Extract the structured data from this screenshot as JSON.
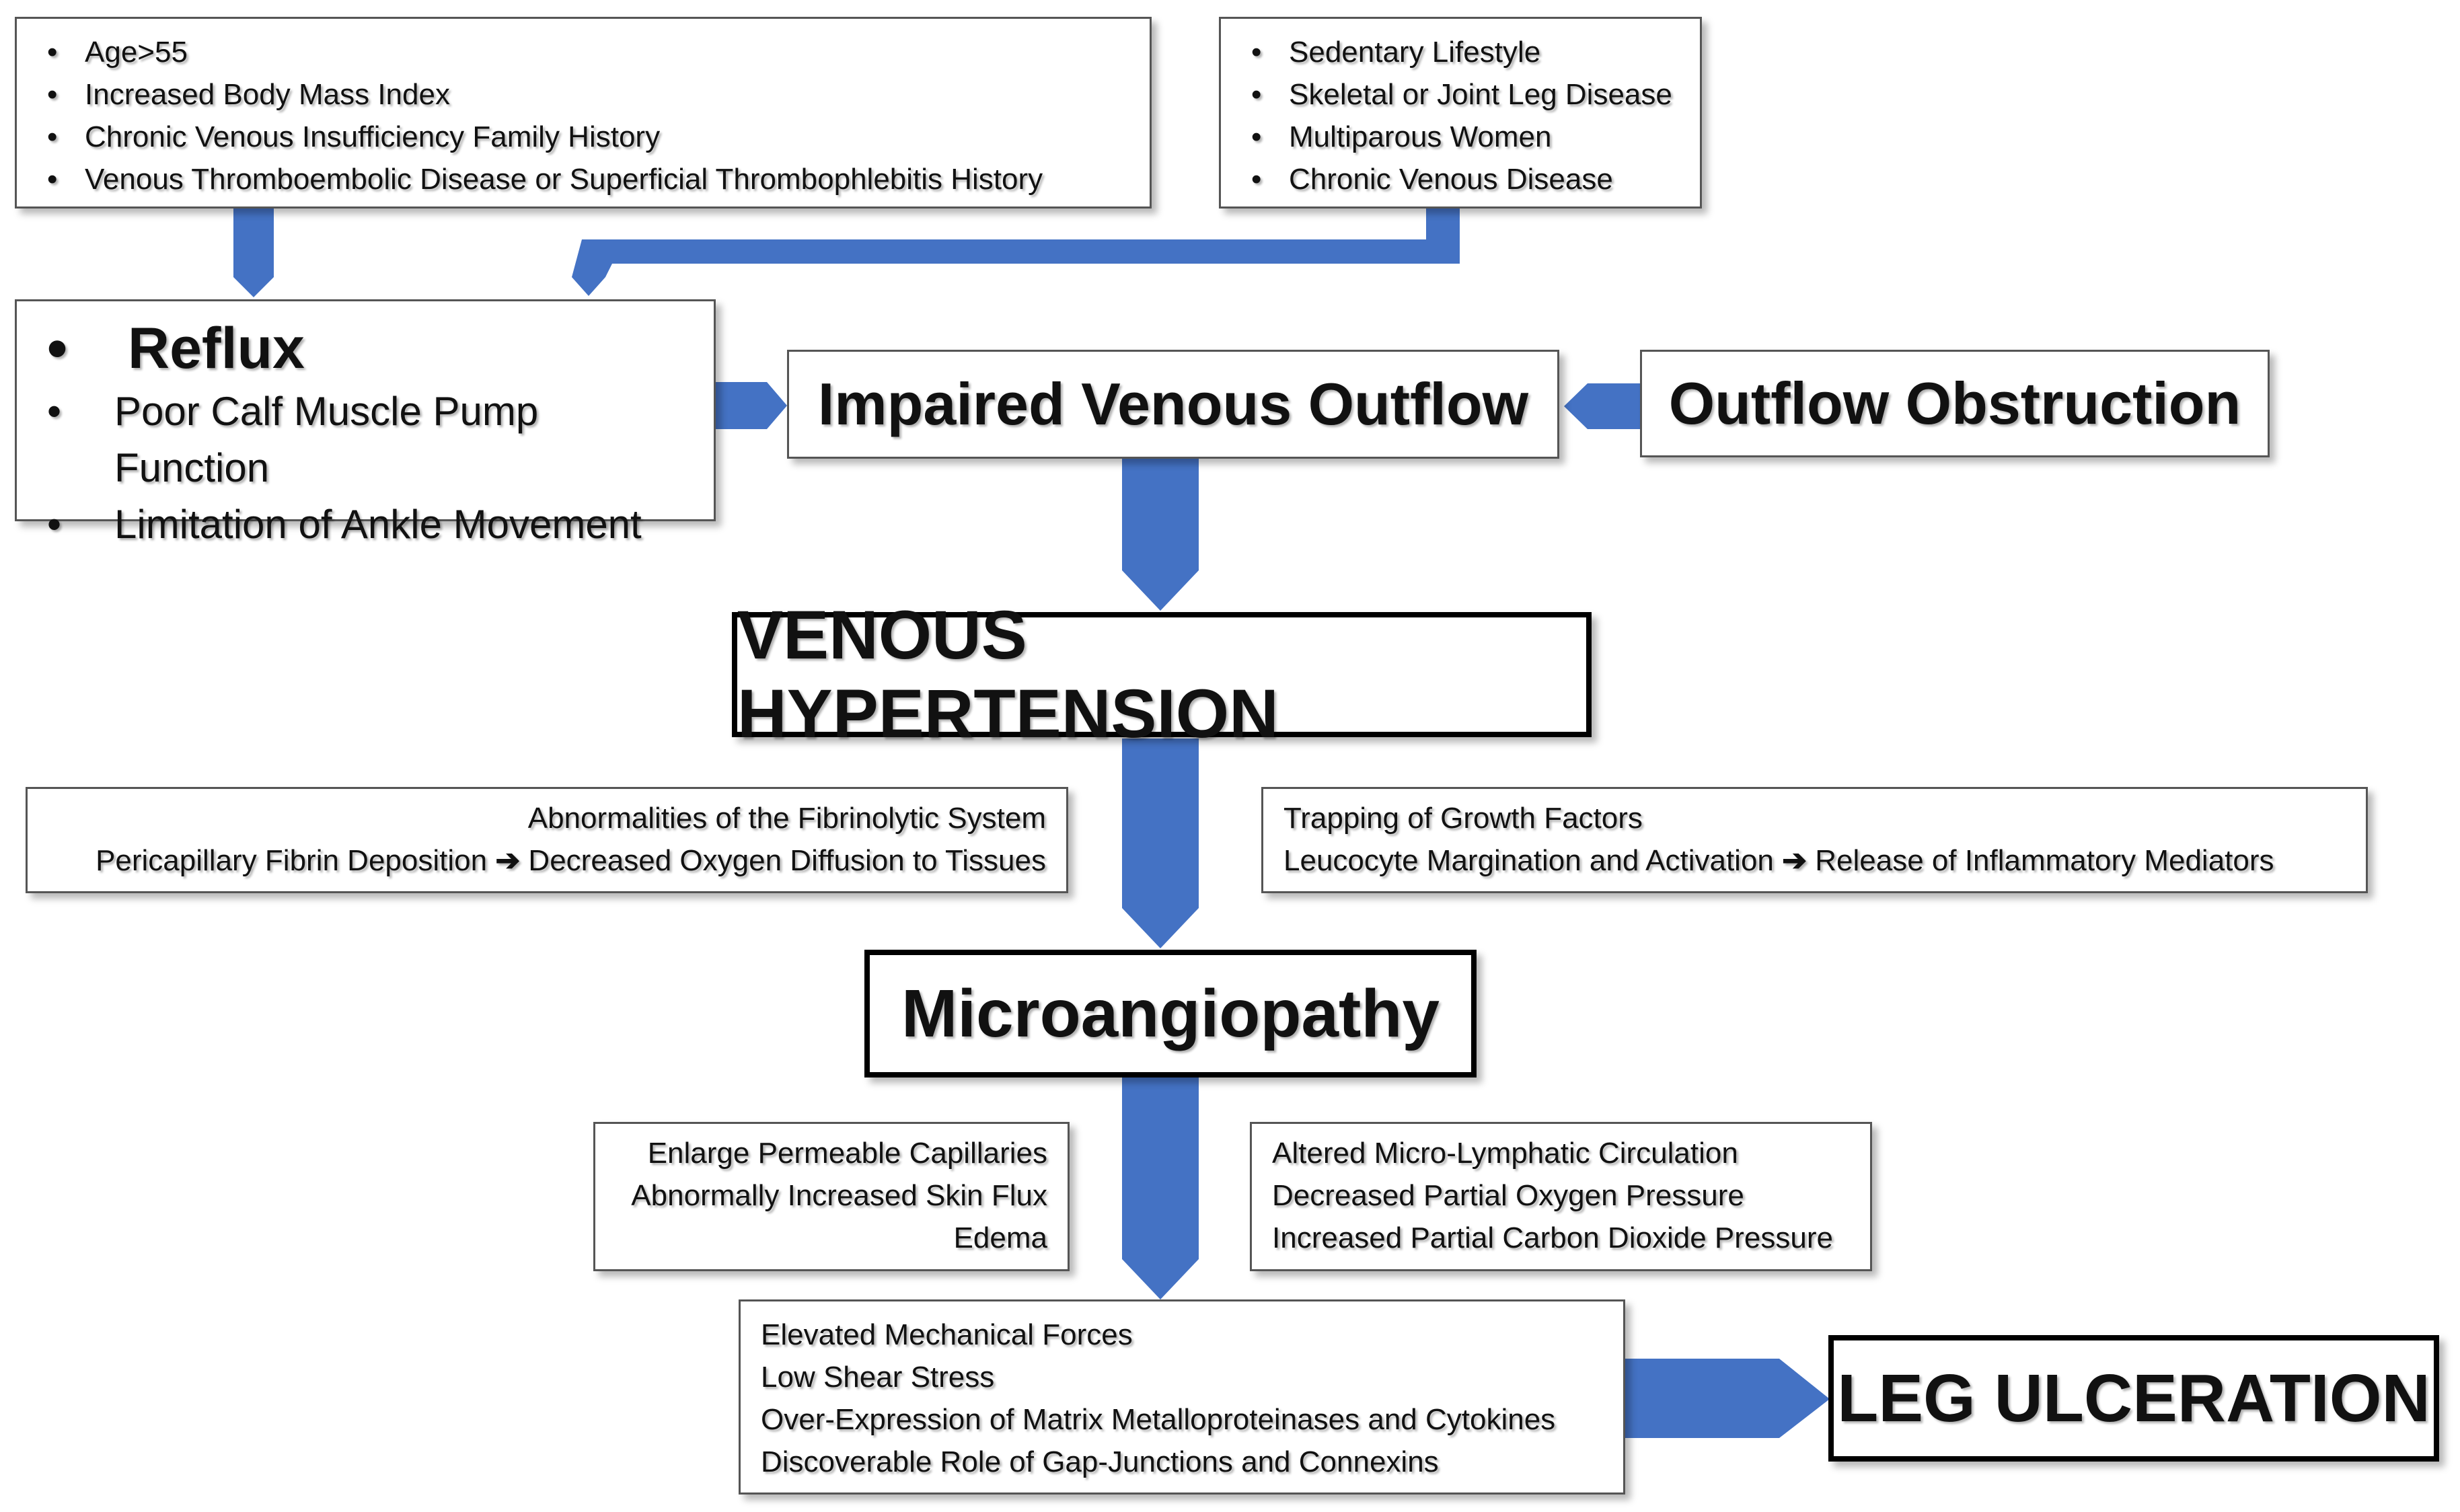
{
  "colors": {
    "arrow": "#4472C4",
    "text": "#111111",
    "border": "#000000"
  },
  "risk_factors_left": [
    "Age>55",
    "Increased Body Mass Index",
    "Chronic Venous Insufficiency Family History",
    "Venous Thromboembolic  Disease or Superficial Thrombophlebitis  History"
  ],
  "risk_factors_right": [
    "Sedentary Lifestyle",
    "Skeletal or Joint Leg Disease",
    "Multiparous Women",
    "Chronic Venous Disease"
  ],
  "reflux_box": {
    "title": "Reflux",
    "items": [
      "Poor Calf Muscle Pump Function",
      "Limitation of Ankle Movement"
    ]
  },
  "impaired_outflow": "Impaired Venous Outflow",
  "outflow_obstruction": "Outflow Obstruction",
  "venous_hypertension": "VENOUS HYPERTENSION",
  "fibrinolytic_box": {
    "line1": "Abnormalities of the Fibrinolytic System",
    "line2_a": "Pericapillary Fibrin Deposition",
    "arrow_glyph": "➔",
    "line2_b": "Decreased Oxygen Diffusion to Tissues"
  },
  "growth_factors_box": {
    "line1": "Trapping of Growth Factors",
    "line2_a": "Leucocyte Margination and Activation",
    "arrow_glyph": "➔",
    "line2_b": "Release of Inflammatory Mediators"
  },
  "microangiopathy": "Microangiopathy",
  "capillaries_box": [
    "Enlarge Permeable Capillaries",
    "Abnormally  Increased Skin Flux",
    "Edema"
  ],
  "lymphatic_box": [
    "Altered Micro-Lymphatic  Circulation",
    "Decreased Partial Oxygen Pressure",
    "Increased Partial Carbon Dioxide Pressure"
  ],
  "mechanical_box": [
    "Elevated Mechanical Forces",
    "Low Shear Stress",
    "Over-Expression of Matrix Metalloproteinases and Cytokines",
    "Discoverable Role of Gap-Junctions and Connexins"
  ],
  "leg_ulceration": "LEG ULCERATION"
}
